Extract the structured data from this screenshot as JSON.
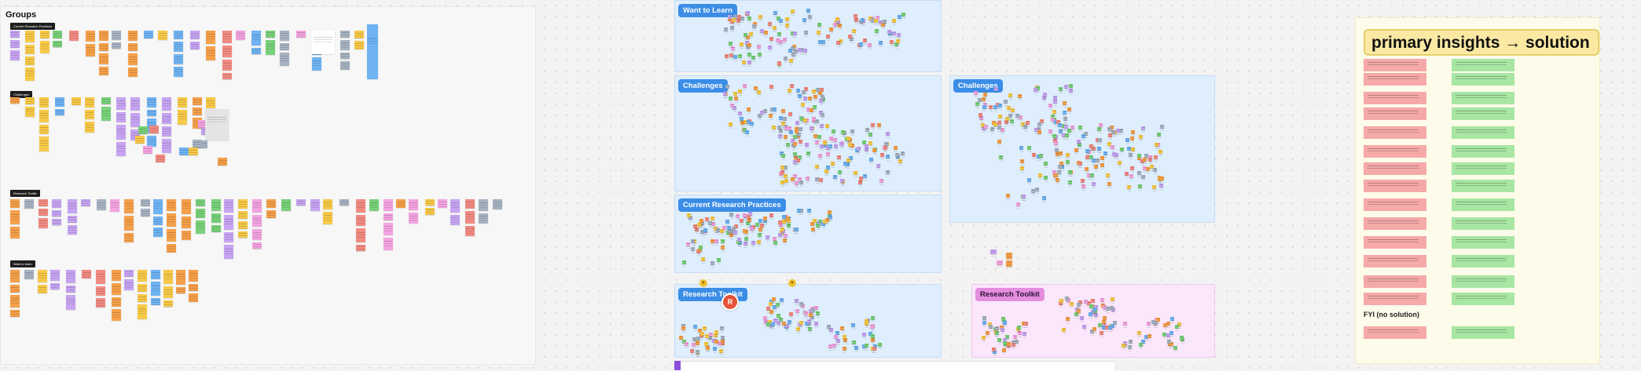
{
  "groups_board": {
    "title": "Groups",
    "labels": [
      "Current Research Practices",
      "Challenges",
      "Research Toolkit",
      "Want to learn"
    ]
  },
  "sections": {
    "want_to_learn": "Want to Learn",
    "challenges_1": "Challenges",
    "challenges_2": "Challenges",
    "current_practices": "Current Research Practices",
    "research_toolkit_1": "Research Toolkit",
    "research_toolkit_2": "Research Toolkit"
  },
  "insights": {
    "title": "primary insights → solution",
    "fyi": "FYI (no solution)"
  },
  "collaborator": {
    "initial": "R"
  },
  "colors": {
    "yellow": "#f7c948",
    "orange": "#f5a04a",
    "pink": "#f3a3e0",
    "purple": "#c6a4f2",
    "green": "#79d17a",
    "blue": "#6fb3f2",
    "gray": "#a7b3c2",
    "red": "#f28b82",
    "section_blue": "#dfeefd",
    "section_pink": "#fbe7fb",
    "insight_bg": "#fdfbea"
  }
}
